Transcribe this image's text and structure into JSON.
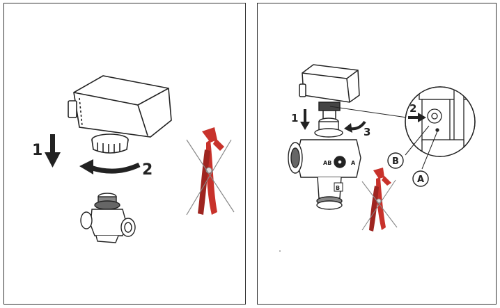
{
  "left_panel": {
    "steps": [
      "1",
      "2"
    ]
  },
  "right_panel": {
    "steps": [
      "1",
      "2",
      "3"
    ],
    "callouts": [
      "B",
      "A"
    ],
    "ports": [
      "AB",
      "A",
      "B"
    ]
  },
  "colors": {
    "wrench": "#c8322b",
    "wrench_shadow": "#9e2520",
    "outline": "#222222",
    "arrow": "#222222"
  },
  "icons": [
    "down-arrow-icon",
    "rotate-arrow-icon",
    "pipe-wrench-icon",
    "cross-out-icon"
  ]
}
